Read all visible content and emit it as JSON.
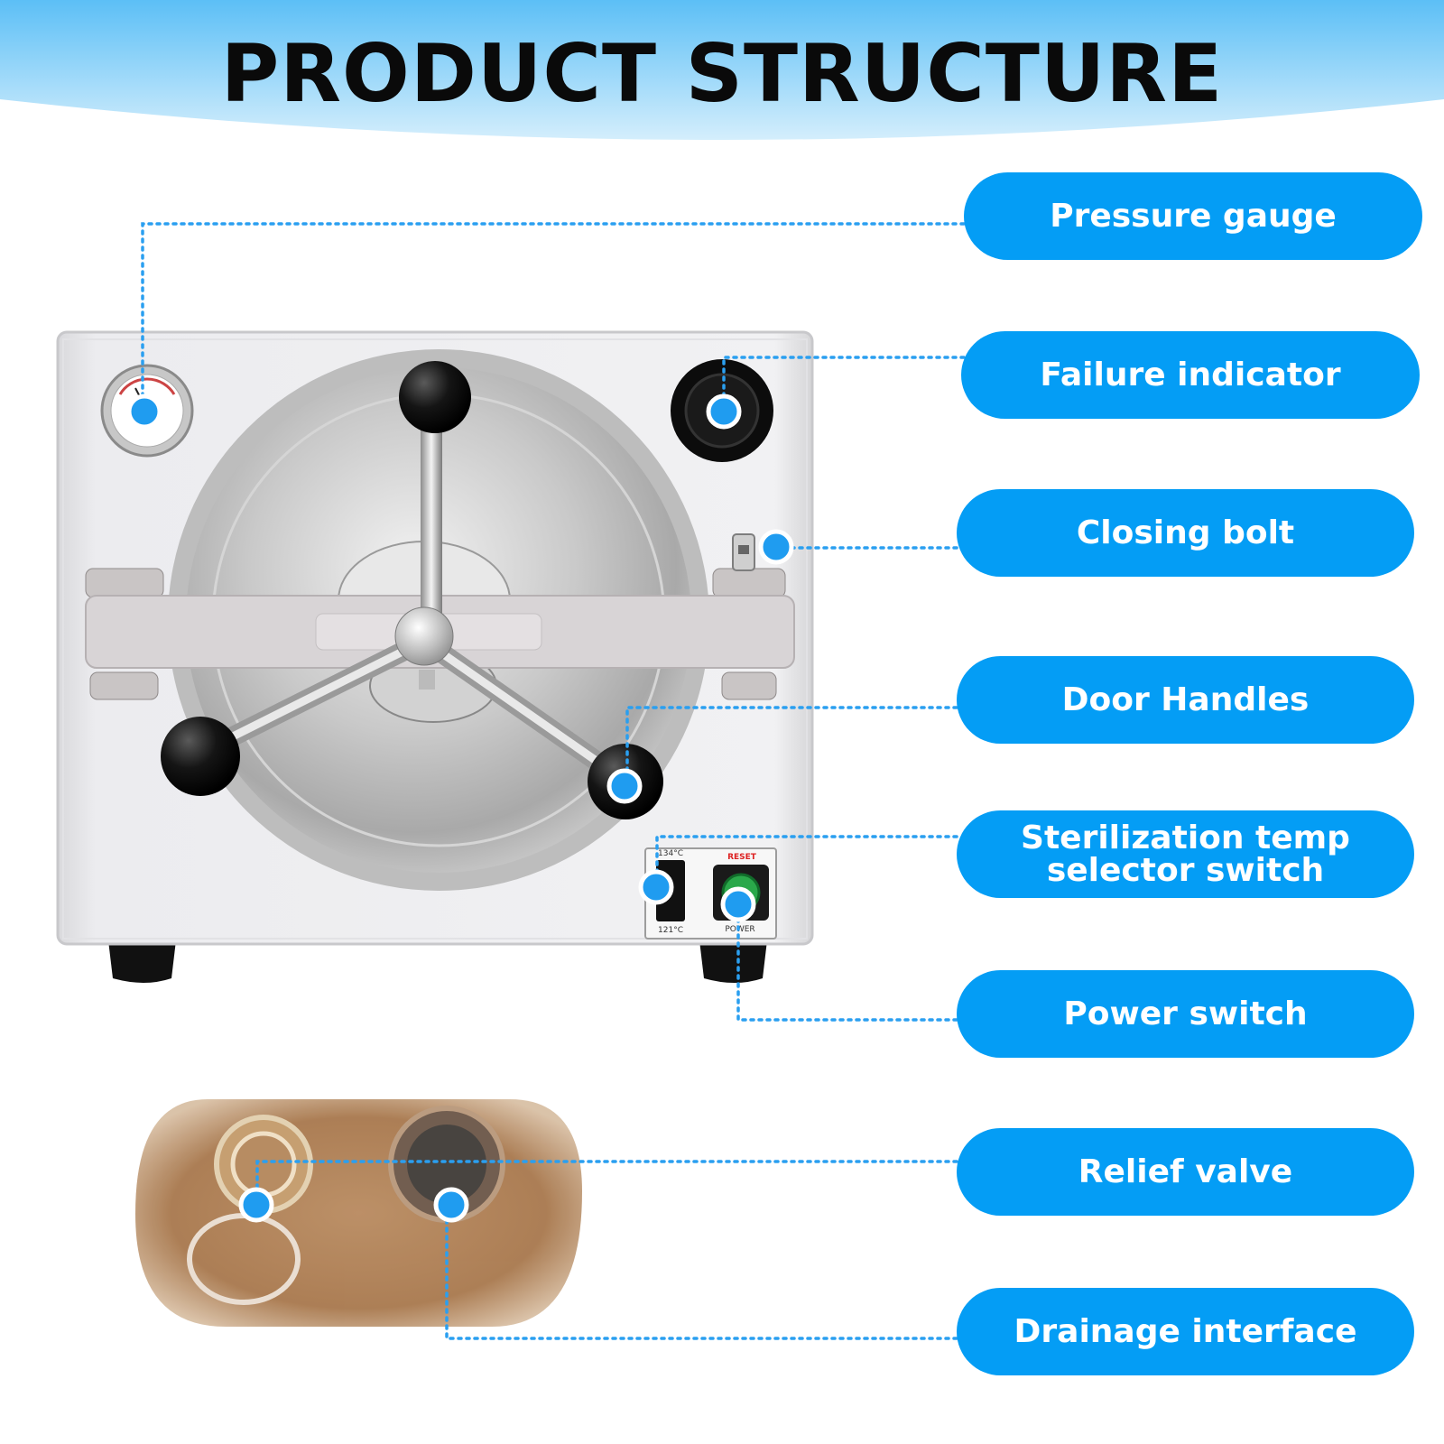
{
  "header": {
    "title": "PRODUCT STRUCTURE"
  },
  "device": {
    "temp_high": "134°C",
    "temp_low": "121°C",
    "reset_label": "RESET",
    "power_label": "POWER"
  },
  "labels": [
    {
      "text": "Pressure gauge"
    },
    {
      "text": "Failure indicator"
    },
    {
      "text": "Closing bolt"
    },
    {
      "text": "Door Handles"
    },
    {
      "text": "Sterilization temp selector switch",
      "line1": "Sterilization temp",
      "line2": "selector switch"
    },
    {
      "text": "Power switch"
    },
    {
      "text": "Relief valve"
    },
    {
      "text": "Drainage interface"
    }
  ],
  "colors": {
    "accent": "#049df5",
    "header_gradient_top": "#6dc6f7",
    "marker_dot": "#1f9cf0",
    "leader_line": "#2a9ff0"
  }
}
